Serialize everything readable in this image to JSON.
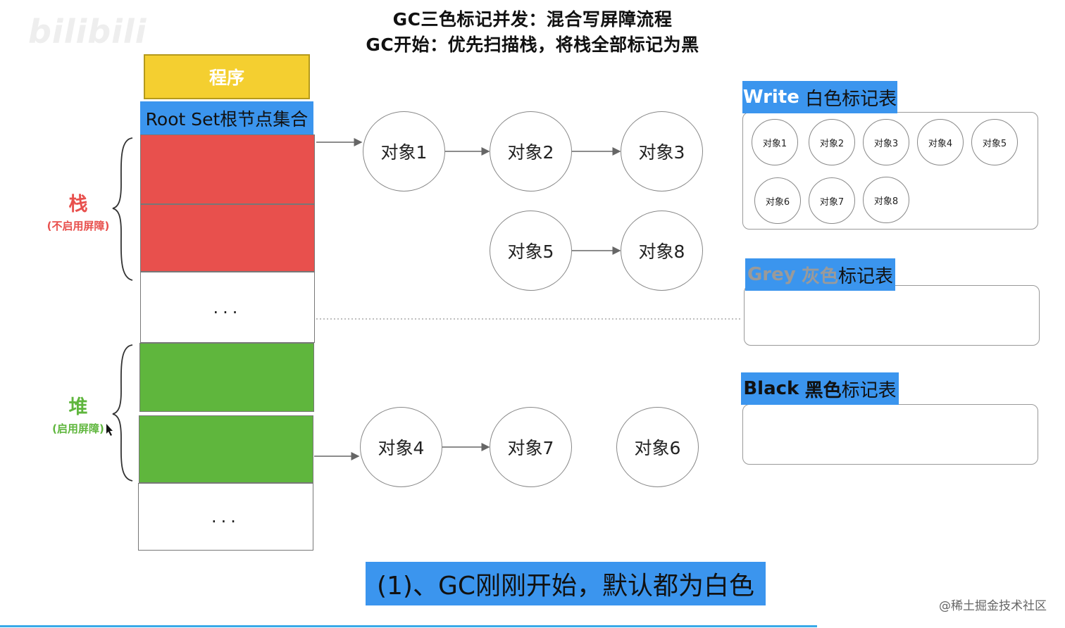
{
  "header": {
    "title_line1": "GC三色标记并发：混合写屏障流程",
    "title_line2": "GC开始：优先扫描栈，将栈全部标记为黑"
  },
  "watermark": "bilibili",
  "left_panel": {
    "program_label": "程序",
    "rootset_label": "Root Set根节点集合",
    "stack_label": "栈",
    "stack_note": "(不启用屏障)",
    "heap_label": "堆",
    "heap_note": "(启用屏障)",
    "ellipsis": "..."
  },
  "objects": {
    "obj1": "对象1",
    "obj2": "对象2",
    "obj3": "对象3",
    "obj5": "对象5",
    "obj8": "对象8",
    "obj4": "对象4",
    "obj7": "对象7",
    "obj6": "对象6"
  },
  "tables": {
    "white": {
      "title_en": "Write",
      "title_rest": "白色标记表",
      "items": [
        "对象1",
        "对象2",
        "对象3",
        "对象4",
        "对象5",
        "对象6",
        "对象7",
        "对象8"
      ]
    },
    "grey": {
      "title_en": "Grey",
      "title_color_word": "灰色",
      "title_rest": "标记表"
    },
    "black": {
      "title_en": "Black",
      "title_color_word": "黑色",
      "title_rest": "标记表"
    }
  },
  "caption": "(1)、GC刚刚开始，默认都为白色",
  "credit": "@稀土掘金技术社区",
  "colors": {
    "accent_blue": "#3b95ee",
    "stack_red": "#e8504d",
    "heap_green": "#5fb63d",
    "program_yellow": "#f4cf30",
    "stack_label_red": "#e8504d",
    "heap_label_green": "#5fb63d",
    "grey_text": "#9a9a9a"
  }
}
